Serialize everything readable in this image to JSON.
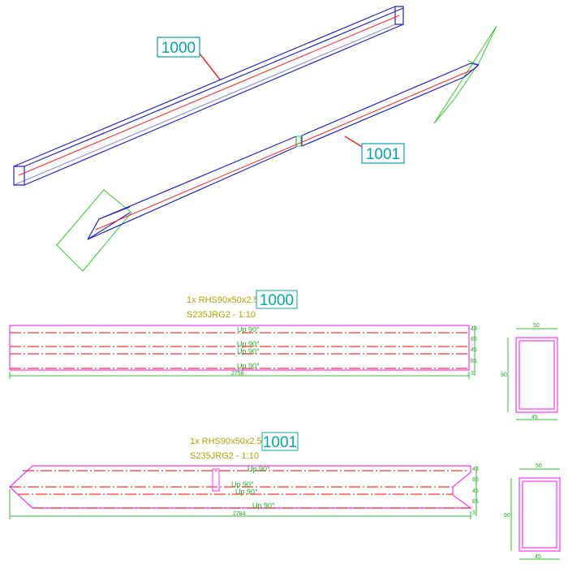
{
  "view3d": {
    "mark_a": "1000",
    "mark_b": "1001"
  },
  "part_a": {
    "qty_profile": "1x RHS90x50x2.5",
    "mark": "1000",
    "material_scale": "S235JRG2 - 1:10",
    "line_labels": [
      "Up 90°",
      "Up 90°",
      "Up 90°",
      "Up 90°"
    ],
    "length": "2758",
    "side_dims": [
      "43",
      "85",
      "45",
      "85",
      "3"
    ],
    "section": {
      "width": "50",
      "height": "90",
      "inner": "45"
    }
  },
  "part_b": {
    "qty_profile": "1x RHS90x50x2.5",
    "mark": "1001",
    "material_scale": "S235JRG2 - 1:10",
    "line_labels": [
      "Up 90°",
      "Up 90°",
      "Up 90°",
      "Up 90°"
    ],
    "length": "2784",
    "side_dims": [
      "43",
      "85",
      "45",
      "85",
      "3"
    ],
    "section": {
      "width": "50",
      "height": "90",
      "inner": "45"
    }
  },
  "colors": {
    "beam": "#2222cc",
    "axis": "#ff2222",
    "outline": "#ff33ff",
    "dim": "#33bb33",
    "mark": "#00a8a8",
    "text": "#a8a800"
  }
}
